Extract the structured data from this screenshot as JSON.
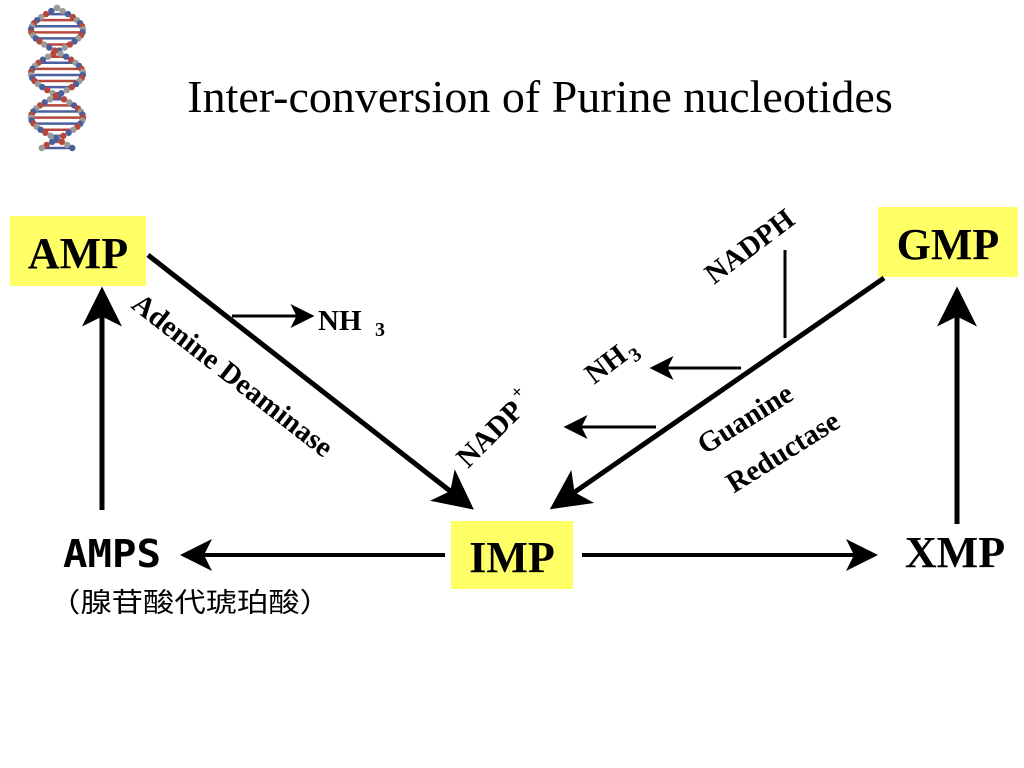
{
  "title": "Inter-conversion of Purine nucleotides",
  "nodes": {
    "amp": "AMP",
    "gmp": "GMP",
    "imp": "IMP",
    "xmp": "XMP",
    "amps": "AMPS",
    "amps_note": "（腺苷酸代琥珀酸）"
  },
  "enzymes": {
    "adenine_deaminase": "Adenine Deaminase",
    "guanine_reductase_line1": "Guanine",
    "guanine_reductase_line2": "Reductase"
  },
  "cofactors": {
    "nh3_left_base": "NH",
    "nh3_left_sub": "3",
    "nadph": "NADPH",
    "nh3_right_base": "NH",
    "nh3_right_sub": "3",
    "nadp_base": "NADP",
    "nadp_sup": "+"
  },
  "colors": {
    "highlight_box": "#ffff66",
    "stroke": "#000000",
    "text": "#000000",
    "dna_red": "#b5473b",
    "dna_blue": "#4a5f9e",
    "dna_gray": "#9a9a9a"
  },
  "icons": {
    "logo": "dna-double-helix-icon"
  }
}
